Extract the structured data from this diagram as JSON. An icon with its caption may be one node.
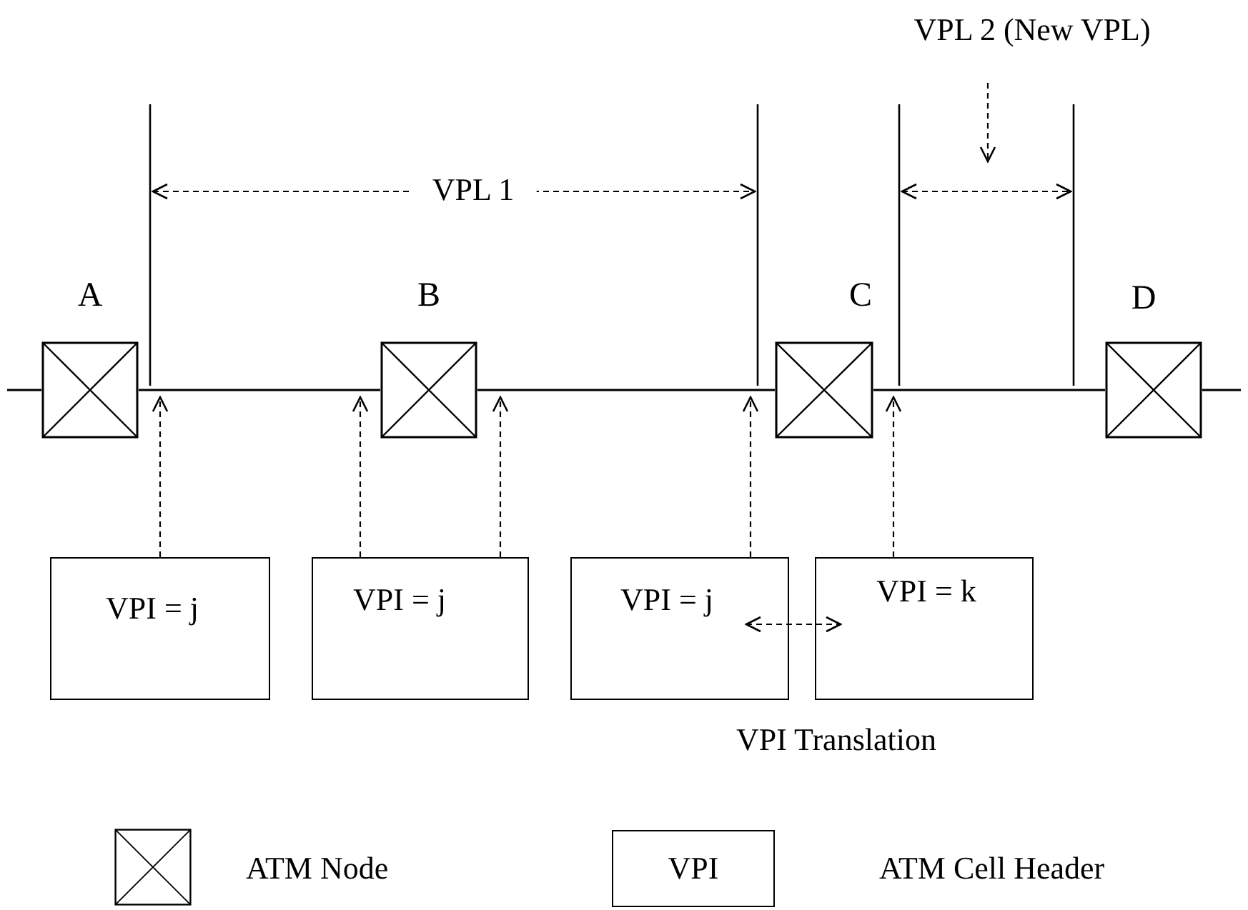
{
  "diagram": {
    "nodes": [
      {
        "text": [],
        "shape": "box",
        "beside": [
          "A"
        ]
      },
      {
        "text": [],
        "shape": "box",
        "beside": [
          "B"
        ]
      },
      {
        "text": [],
        "shape": "box",
        "beside": [
          "C"
        ]
      },
      {
        "text": [],
        "shape": "box",
        "beside": [
          "D"
        ]
      },
      {
        "text": [
          "VPI = j"
        ]
      },
      {
        "text": [
          "VPI = j"
        ]
      },
      {
        "text": [
          "VPI = j"
        ]
      },
      {
        "text": [
          "VPI = k"
        ]
      }
    ],
    "edges": [
      {
        "from": null,
        "to": 0,
        "arrow": "none"
      },
      {
        "from": 0,
        "to": 1,
        "arrow": "none"
      },
      {
        "from": 1,
        "to": 2,
        "arrow": "none"
      },
      {
        "from": 2,
        "to": 3,
        "arrow": "none"
      },
      {
        "from": 3,
        "to": null,
        "arrow": "none"
      },
      {
        "from": 4,
        "to": 0,
        "arrow": "to",
        "style": "dashed"
      },
      {
        "from": 5,
        "to": 1,
        "arrow": "to",
        "style": "dashed"
      },
      {
        "from": 5,
        "to": 1,
        "arrow": "to",
        "style": "dashed"
      },
      {
        "from": 6,
        "to": 2,
        "arrow": "to",
        "style": "dashed"
      },
      {
        "from": 7,
        "to": 2,
        "arrow": "to",
        "style": "dashed"
      },
      {
        "from": 6,
        "to": 7,
        "arrow": "both",
        "style": "dashed"
      }
    ],
    "labels": [
      "VPL 2 (New VPL)",
      "VPL 1",
      "VPI Translation",
      "VPI"
    ],
    "legend": [
      {
        "text": "ATM Node"
      },
      {
        "text": "ATM Cell Header"
      }
    ]
  }
}
